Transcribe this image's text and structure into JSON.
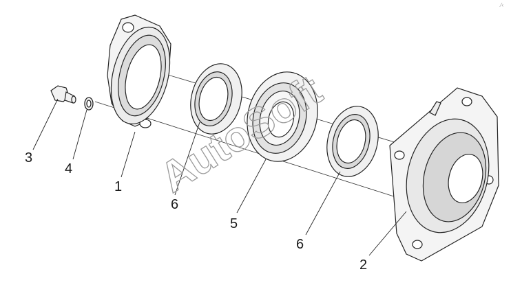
{
  "watermark": "AutoSoft",
  "corner_mark": "⁄‹",
  "callouts": {
    "bolt": "3",
    "washer": "4",
    "cover": "1",
    "seal_left": "6",
    "bearing": "5",
    "seal_right": "6",
    "housing": "2"
  },
  "colors": {
    "line": "#222222",
    "fill_light": "#f2f2f2",
    "fill_mid": "#d8d8d8",
    "watermark": "#9a9a9a"
  }
}
